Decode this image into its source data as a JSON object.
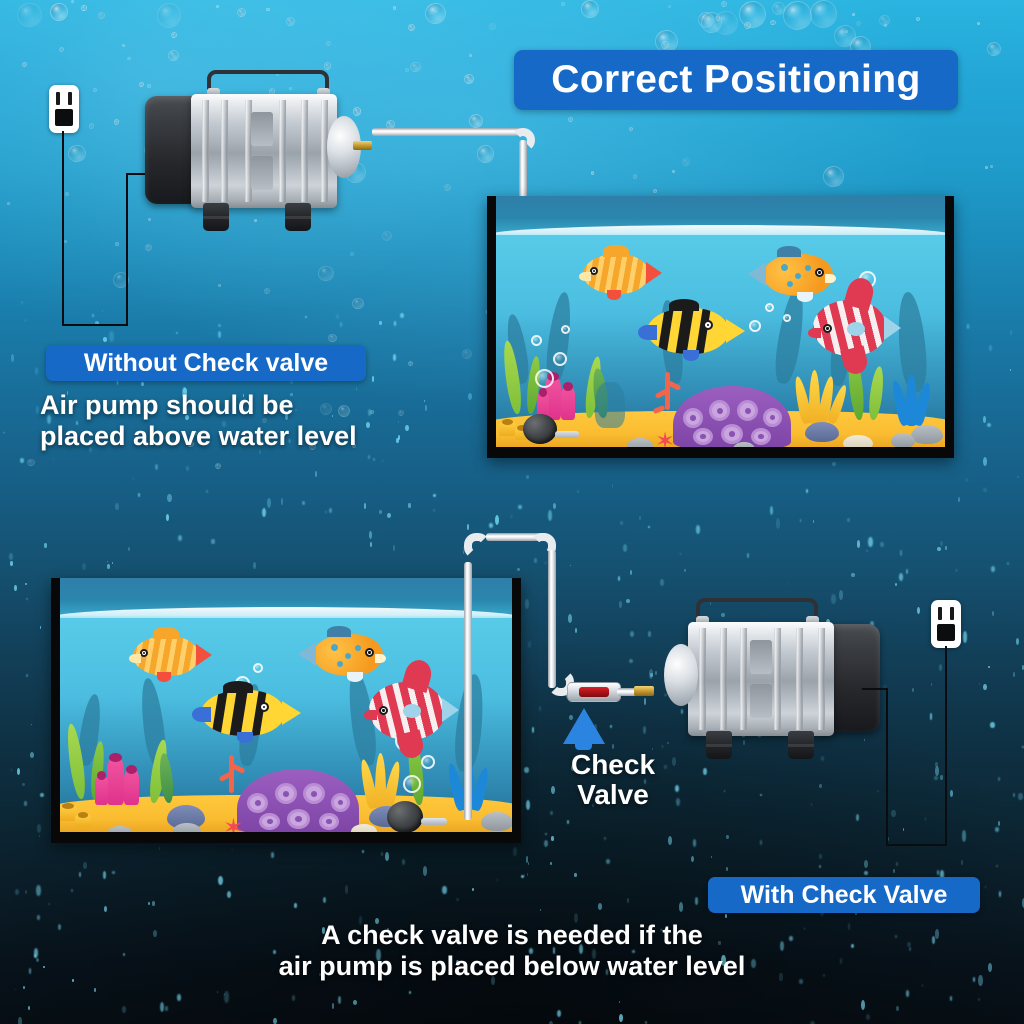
{
  "title": {
    "text": "Correct Positioning",
    "banner_color": "#1769c8",
    "text_color": "#ffffff"
  },
  "sections": [
    {
      "id": "without-check-valve",
      "badge_label": "Without Check valve",
      "caption": "Air pump should be\nplaced above water level",
      "pump_position": "above-water-level",
      "has_check_valve": false,
      "layout": "pump-left-tank-right"
    },
    {
      "id": "with-check-valve",
      "badge_label": "With Check Valve",
      "caption": "A check valve is needed if the\nair pump is placed below water level",
      "pump_position": "below-water-level",
      "has_check_valve": true,
      "layout": "tank-left-pump-right"
    }
  ],
  "annotations": {
    "check_valve_label": "Check\nValve",
    "arrow_color": "#2b84e0"
  },
  "icons": {
    "plug": "power-plug-icon",
    "arrow": "arrow-up-icon",
    "pump": "air-pump-icon",
    "valve": "check-valve-icon",
    "tank": "aquarium-tank-icon"
  },
  "colors": {
    "accent_blue": "#1769c8",
    "arrow_blue": "#2b84e0",
    "valve_red": "#b5121b",
    "background_top": "#2ab4e0",
    "background_bottom": "#070f16",
    "caption_text": "#ffffff",
    "tank_frame": "#080808",
    "water": "#4ec0e2",
    "sand": "#ffc83d",
    "coral_purple": "#8a52b2",
    "coral_pink": "#e0328c",
    "coral_yellow": "#ffd84a"
  },
  "tank_scene": {
    "fish": [
      {
        "name": "orange-striped-fish",
        "color": "#f5a623"
      },
      {
        "name": "orange-spotted-fish",
        "color": "#f59a1e"
      },
      {
        "name": "yellow-black-striped-fish",
        "color": "#ffd634"
      },
      {
        "name": "red-white-angelfish",
        "color": "#e03a52"
      }
    ],
    "decor": [
      "green-kelp",
      "pink-tube-coral",
      "purple-dome-coral",
      "red-branch-coral",
      "yellow-soft-coral",
      "blue-fan-coral",
      "rocks",
      "starfish",
      "air-stone"
    ]
  }
}
